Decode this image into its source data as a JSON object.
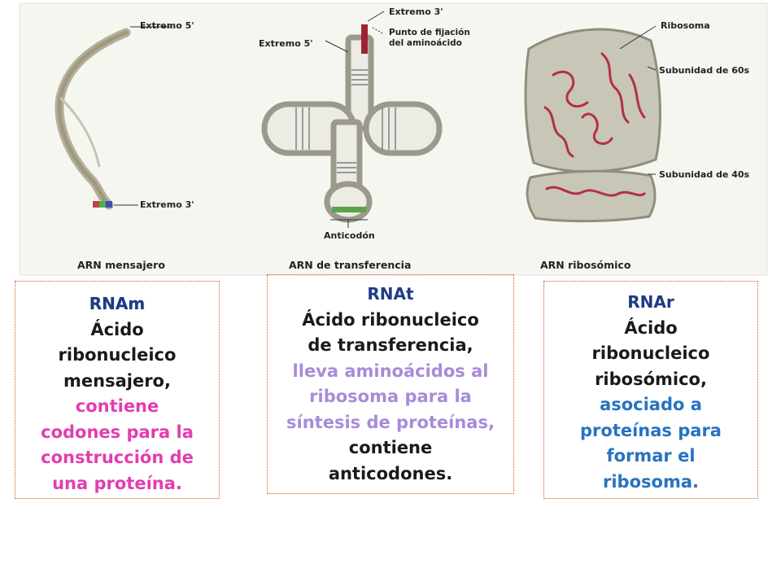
{
  "figure": {
    "labels": {
      "mrna_5": "Extremo 5'",
      "mrna_3": "Extremo 3'",
      "trna_3": "Extremo 3'",
      "trna_5": "Extremo 5'",
      "trna_binding_1": "Punto de fijación",
      "trna_binding_2": "del aminoácido",
      "trna_anticodon": "Anticodón",
      "rrna_ribosome": "Ribosoma",
      "rrna_60s": "Subunidad de 60s",
      "rrna_40s": "Subunidad de 40s"
    },
    "captions": {
      "mrna": "ARN mensajero",
      "trna": "ARN de transferencia",
      "rrna": "ARN ribosómico"
    }
  },
  "boxes": {
    "rnam": {
      "title": "RNAm",
      "lines": [
        "Ácido",
        "ribonucleico",
        "mensajero,"
      ],
      "highlight": [
        "contiene",
        "codones para la",
        "construcción de",
        "una proteína."
      ]
    },
    "rnat": {
      "title": "RNAt",
      "lines": [
        "Ácido ribonucleico",
        "de transferencia,"
      ],
      "highlight": [
        "lleva aminoácidos al",
        "ribosoma para la",
        "síntesis de proteínas,"
      ],
      "tail": [
        "contiene",
        "anticodones."
      ]
    },
    "rnar": {
      "title": "RNAr",
      "lines": [
        "Ácido",
        "ribonucleico",
        "ribosómico,"
      ],
      "highlight": [
        "asociado a",
        "proteínas para",
        "formar el",
        "ribosoma."
      ]
    }
  },
  "colors": {
    "title": "#1f3b82",
    "rnam_highlight": "#e23db0",
    "rnat_highlight": "#a88bd8",
    "rnar_highlight": "#2873c0",
    "figure_bg": "#f6f6f1",
    "border": "#d9531e"
  }
}
